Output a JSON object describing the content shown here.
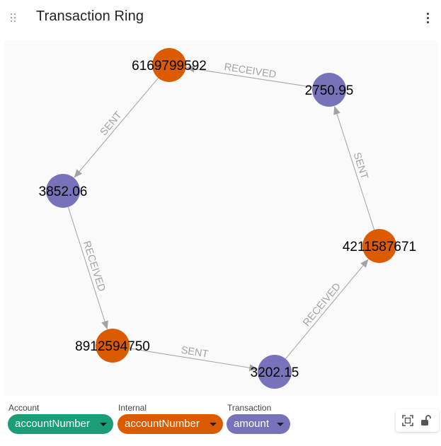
{
  "header": {
    "title": "Transaction Ring"
  },
  "graph": {
    "colors": {
      "account_node": "#dd5b00",
      "transaction_node": "#7872bb",
      "edge": "#a8a8a8",
      "edge_label": "#a3a3a3"
    },
    "nodes": [
      {
        "id": "a1",
        "label": "6169799592",
        "type": "account"
      },
      {
        "id": "t1",
        "label": "2750.95",
        "type": "transaction"
      },
      {
        "id": "t2",
        "label": "3852.06",
        "type": "transaction"
      },
      {
        "id": "a2",
        "label": "4211587671",
        "type": "account"
      },
      {
        "id": "a3",
        "label": "8912594750",
        "type": "account"
      },
      {
        "id": "t3",
        "label": "3202.15",
        "type": "transaction"
      }
    ],
    "edges": [
      {
        "source": "t1",
        "target": "a1",
        "label": "RECEIVED"
      },
      {
        "source": "a1",
        "target": "t2",
        "label": "SENT"
      },
      {
        "source": "t2",
        "target": "a3",
        "label": "RECEIVED"
      },
      {
        "source": "a3",
        "target": "t3",
        "label": "SENT"
      },
      {
        "source": "t3",
        "target": "a2",
        "label": "RECEIVED"
      },
      {
        "source": "a2",
        "target": "t1",
        "label": "SENT"
      }
    ]
  },
  "toolbar": {
    "fit_icon": "fit-to-screen-icon",
    "lock_icon": "unlock-icon"
  },
  "legend": {
    "groups": [
      {
        "caption": "Account",
        "chip_label": "accountNumber",
        "color": "#1a9e77"
      },
      {
        "caption": "Internal",
        "chip_label": "accountNumber",
        "color": "#dd5b00"
      },
      {
        "caption": "Transaction",
        "chip_label": "amount",
        "color": "#7872bb"
      }
    ]
  }
}
